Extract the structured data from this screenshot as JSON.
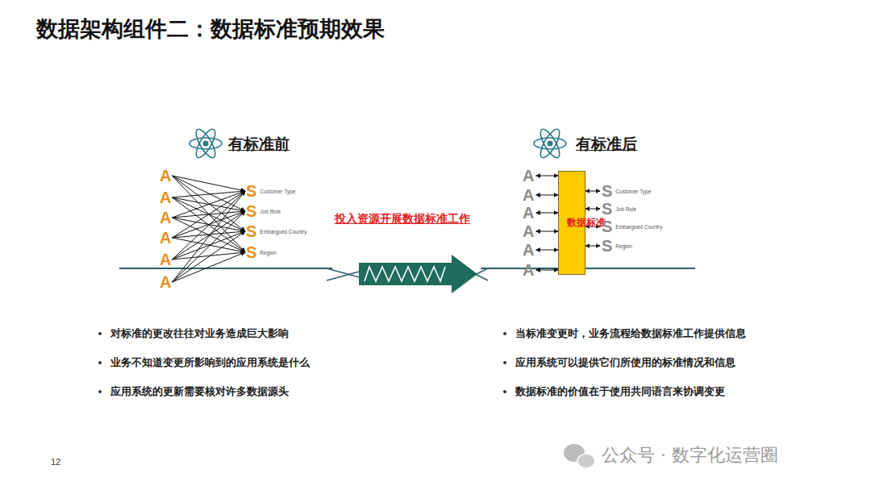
{
  "diagram": {
    "title": "数据架构组件二：数据标准预期效果",
    "nodes": [
      {
        "text": [
          "A"
        ]
      },
      {
        "text": [
          "A"
        ]
      },
      {
        "text": [
          "A"
        ]
      },
      {
        "text": [
          "A"
        ]
      },
      {
        "text": [
          "A"
        ]
      },
      {
        "text": [
          "A"
        ]
      },
      {
        "text": [
          "S",
          "Customer Type"
        ]
      },
      {
        "text": [
          "S",
          "Job Role"
        ]
      },
      {
        "text": [
          "S",
          "Embargoed Country"
        ]
      },
      {
        "text": [
          "S",
          "Region"
        ]
      },
      {
        "text": [
          "A"
        ]
      },
      {
        "text": [
          "A"
        ]
      },
      {
        "text": [
          "A"
        ]
      },
      {
        "text": [
          "A"
        ]
      },
      {
        "text": [
          "A"
        ]
      },
      {
        "text": [
          "A"
        ]
      },
      {
        "text": [
          "数据标准"
        ]
      },
      {
        "text": [
          "S",
          "Customer Type"
        ]
      },
      {
        "text": [
          "S",
          "Job Role"
        ]
      },
      {
        "text": [
          "S",
          "Embargoed Country"
        ]
      },
      {
        "text": [
          "S",
          "Region"
        ]
      }
    ],
    "edges": [
      {
        "from": 0,
        "to": 6,
        "arrow": "to"
      },
      {
        "from": 0,
        "to": 7,
        "arrow": "to"
      },
      {
        "from": 0,
        "to": 8,
        "arrow": "to"
      },
      {
        "from": 0,
        "to": 9,
        "arrow": "to"
      },
      {
        "from": 1,
        "to": 6,
        "arrow": "to"
      },
      {
        "from": 1,
        "to": 7,
        "arrow": "to"
      },
      {
        "from": 1,
        "to": 8,
        "arrow": "to"
      },
      {
        "from": 1,
        "to": 9,
        "arrow": "to"
      },
      {
        "from": 2,
        "to": 6,
        "arrow": "to"
      },
      {
        "from": 2,
        "to": 7,
        "arrow": "to"
      },
      {
        "from": 2,
        "to": 8,
        "arrow": "to"
      },
      {
        "from": 2,
        "to": 9,
        "arrow": "to"
      },
      {
        "from": 3,
        "to": 6,
        "arrow": "to"
      },
      {
        "from": 3,
        "to": 7,
        "arrow": "to"
      },
      {
        "from": 3,
        "to": 8,
        "arrow": "to"
      },
      {
        "from": 3,
        "to": 9,
        "arrow": "to"
      },
      {
        "from": 4,
        "to": 6,
        "arrow": "to"
      },
      {
        "from": 4,
        "to": 7,
        "arrow": "to"
      },
      {
        "from": 4,
        "to": 8,
        "arrow": "to"
      },
      {
        "from": 4,
        "to": 9,
        "arrow": "to"
      },
      {
        "from": 5,
        "to": 6,
        "arrow": "to"
      },
      {
        "from": 5,
        "to": 7,
        "arrow": "to"
      },
      {
        "from": 5,
        "to": 8,
        "arrow": "to"
      },
      {
        "from": 5,
        "to": 9,
        "arrow": "to"
      },
      {
        "from": 10,
        "to": 16,
        "arrow": "both"
      },
      {
        "from": 11,
        "to": 16,
        "arrow": "both"
      },
      {
        "from": 12,
        "to": 16,
        "arrow": "both"
      },
      {
        "from": 13,
        "to": 16,
        "arrow": "both"
      },
      {
        "from": 14,
        "to": 16,
        "arrow": "both"
      },
      {
        "from": 15,
        "to": 16,
        "arrow": "both"
      },
      {
        "from": 16,
        "to": 17,
        "arrow": "both"
      },
      {
        "from": 16,
        "to": 18,
        "arrow": "both"
      },
      {
        "from": 16,
        "to": 19,
        "arrow": "both"
      },
      {
        "from": 16,
        "to": 20,
        "arrow": "both"
      }
    ],
    "labels": [
      "有标准前",
      "有标准后",
      "投入资源开展数据标准工作",
      "对标准的更改往往对业务造成巨大影响",
      "业务不知道变更所影响到的应用系统是什么",
      "应用系统的更新需要核对许多数据源头",
      "当标准变更时，业务流程给数据标准工作提供信息",
      "应用系统可以提供它们所使用的标准情况和信息",
      "数据标准的价值在于使用共同语言来协调变更",
      "12",
      "公众号 · 数字化运营圈"
    ]
  }
}
